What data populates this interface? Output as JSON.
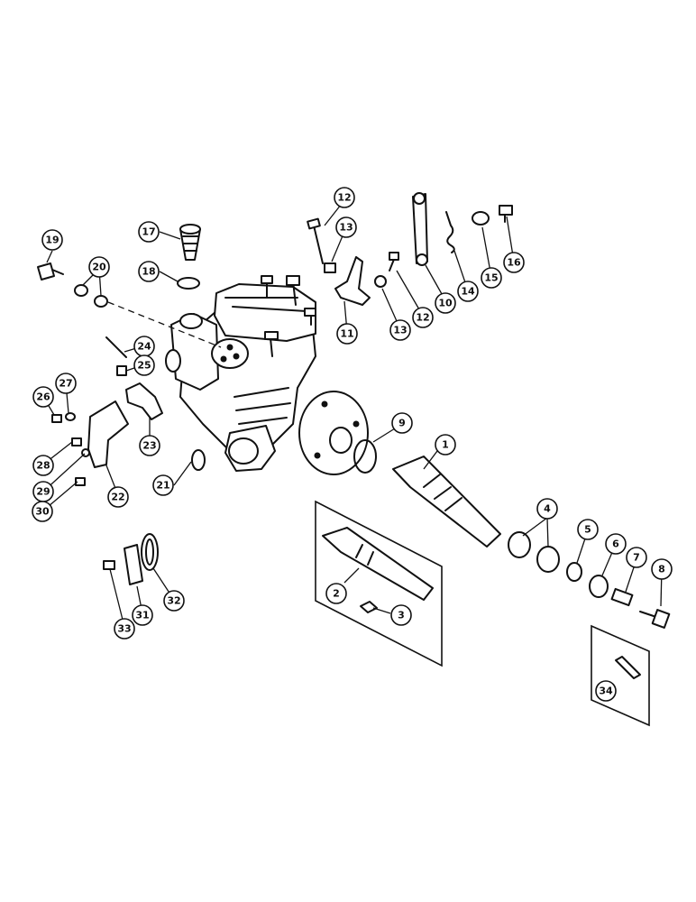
{
  "callouts": [
    {
      "id": "1",
      "label": "1"
    },
    {
      "id": "2",
      "label": "2"
    },
    {
      "id": "3",
      "label": "3"
    },
    {
      "id": "4",
      "label": "4"
    },
    {
      "id": "5",
      "label": "5"
    },
    {
      "id": "6",
      "label": "6"
    },
    {
      "id": "7",
      "label": "7"
    },
    {
      "id": "8",
      "label": "8"
    },
    {
      "id": "9",
      "label": "9"
    },
    {
      "id": "10",
      "label": "10"
    },
    {
      "id": "11",
      "label": "11"
    },
    {
      "id": "12a",
      "label": "12"
    },
    {
      "id": "12b",
      "label": "12"
    },
    {
      "id": "13a",
      "label": "13"
    },
    {
      "id": "13b",
      "label": "13"
    },
    {
      "id": "14",
      "label": "14"
    },
    {
      "id": "15",
      "label": "15"
    },
    {
      "id": "16",
      "label": "16"
    },
    {
      "id": "17",
      "label": "17"
    },
    {
      "id": "18",
      "label": "18"
    },
    {
      "id": "19",
      "label": "19"
    },
    {
      "id": "20",
      "label": "20"
    },
    {
      "id": "21",
      "label": "21"
    },
    {
      "id": "22",
      "label": "22"
    },
    {
      "id": "23",
      "label": "23"
    },
    {
      "id": "24",
      "label": "24"
    },
    {
      "id": "25",
      "label": "25"
    },
    {
      "id": "26",
      "label": "26"
    },
    {
      "id": "27",
      "label": "27"
    },
    {
      "id": "28",
      "label": "28"
    },
    {
      "id": "29",
      "label": "29"
    },
    {
      "id": "30",
      "label": "30"
    },
    {
      "id": "31",
      "label": "31"
    },
    {
      "id": "32",
      "label": "32"
    },
    {
      "id": "33",
      "label": "33"
    },
    {
      "id": "34",
      "label": "34"
    }
  ]
}
